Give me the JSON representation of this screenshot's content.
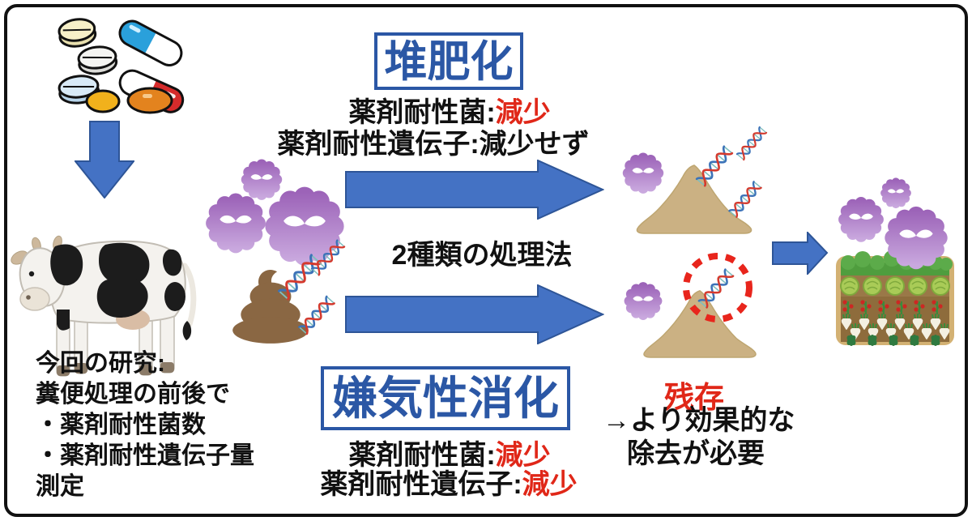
{
  "figure": {
    "study_note": {
      "line1": "今回の研究:",
      "line2": "糞便処理の前後で",
      "line3": "・薬剤耐性菌数",
      "line4": "・薬剤耐性遺伝子量",
      "line5": "測定"
    },
    "center_label": "2種類の処理法",
    "composting": {
      "title": "堆肥化",
      "bacteria_label": "薬剤耐性菌:",
      "bacteria_value": "減少",
      "gene_label": "薬剤耐性遺伝子:",
      "gene_value": "減少せず"
    },
    "anaerobic": {
      "title": "嫌気性消化",
      "bacteria_label": "薬剤耐性菌:",
      "bacteria_value": "減少",
      "gene_label": "薬剤耐性遺伝子:",
      "gene_value": "減少"
    },
    "outcome": {
      "remaining": "残存",
      "note_line1": "→より効果的な",
      "note_line2": "除去が必要"
    }
  },
  "icons": {
    "medicines": "pills-icon",
    "flow_down": "down-arrow-icon",
    "animal": "cow-icon",
    "resistant_bacteria": "microbe-icon",
    "feces": "manure-icon",
    "resistance_gene": "dna-helix-icon",
    "treatment_flow": "right-arrow-icon",
    "treated_product": "compost-pile-icon",
    "highlight": "dotted-circle-icon",
    "application": "vegetable-field-icon"
  },
  "colors": {
    "arrow_blue": "#4472C4",
    "arrow_blue_border": "#2E5597",
    "heading_blue": "#2B57A5",
    "alert_red": "#E02718",
    "microbe_purple": "#B58BC9",
    "compost_tan": "#CBB183",
    "manure_brown": "#8A6743",
    "frame_black": "#111111"
  }
}
